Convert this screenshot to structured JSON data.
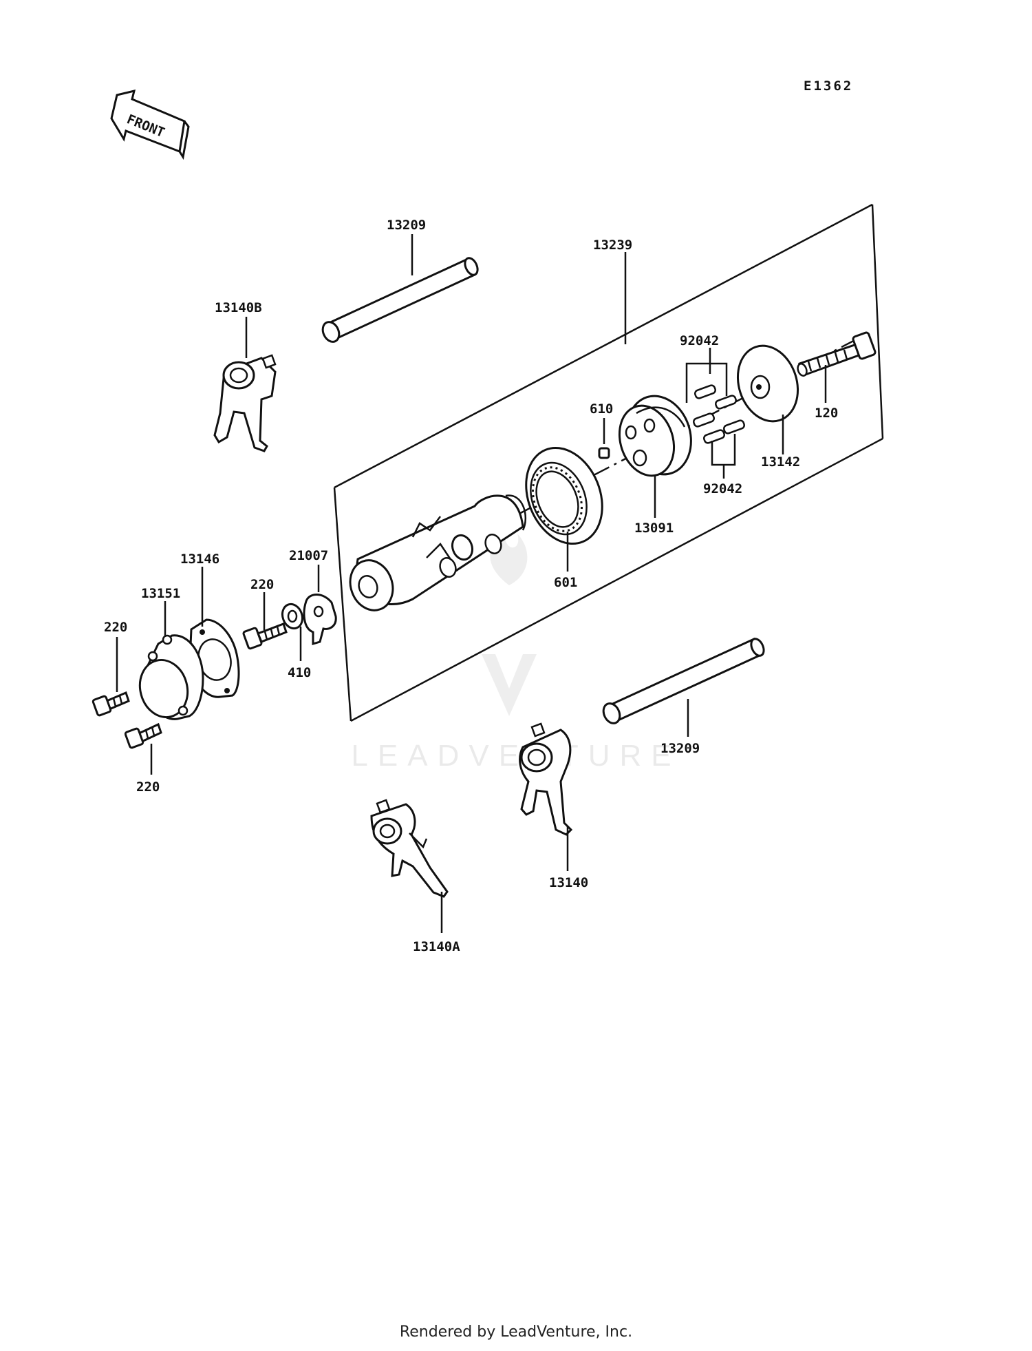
{
  "diagram_code": "E1362",
  "front_arrow_label": "FRONT",
  "watermark": "LEADVENTURE",
  "footer": "Rendered by LeadVenture, Inc.",
  "labels": {
    "shaft_upper": "13209",
    "fork_13140B": "13140B",
    "drum_assy": "13239",
    "pins_upper": "92042",
    "pin_610": "610",
    "bolt_120": "120",
    "plate_13142": "13142",
    "pins_lower": "92042",
    "holder_13091": "13091",
    "bearing_601": "601",
    "lever_21007": "21007",
    "gasket_13146": "13146",
    "cover_13151": "13151",
    "bolt_220_mid": "220",
    "bolt_220_left": "220",
    "washer_410": "410",
    "bolt_220_bottom": "220",
    "shaft_lower": "13209",
    "fork_13140": "13140",
    "fork_13140A": "13140A"
  }
}
